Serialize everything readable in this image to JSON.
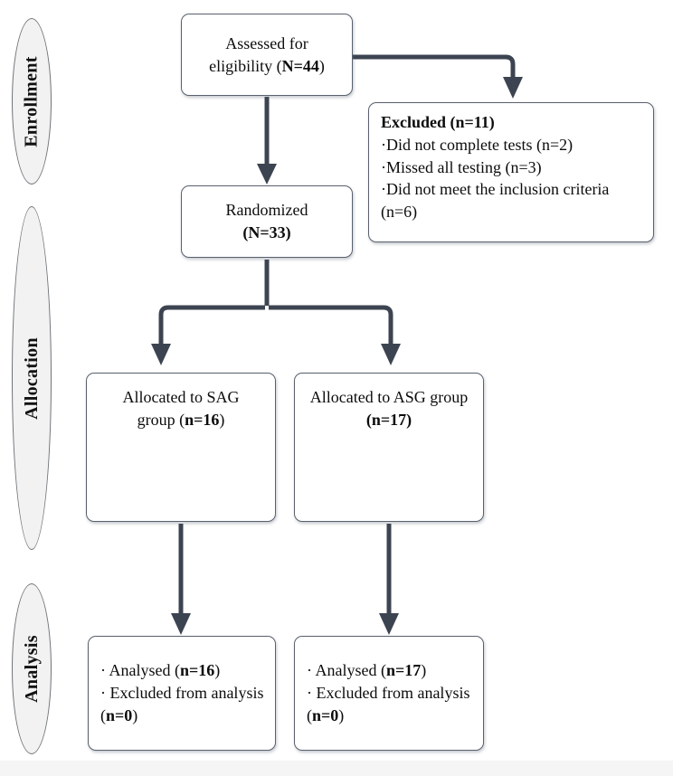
{
  "stage_labels": {
    "enrollment": "Enrollment",
    "allocation": "Allocation",
    "analysis": "Analysis"
  },
  "nodes": {
    "assessed": {
      "line1": "Assessed for",
      "line2_pre": "eligibility (",
      "line2_bold": "N=44",
      "line2_post": ")"
    },
    "excluded": {
      "title": "Excluded (n=11)",
      "items": [
        "·Did not complete tests (n=2)",
        "·Missed all testing (n=3)",
        "·Did not meet the inclusion criteria (n=6)"
      ]
    },
    "randomized": {
      "line1": "Randomized",
      "line2_bold": "(N=33)"
    },
    "alloc_sag": {
      "line1": "Allocated to SAG",
      "line2_pre": "group (",
      "line2_bold": "n=16",
      "line2_post": ")"
    },
    "alloc_asg": {
      "line1": "Allocated to ASG group",
      "line2_bold": "(n=17)"
    },
    "analysis_sag": {
      "item1_pre": "· Analysed (",
      "item1_bold": "n=16",
      "item1_post": ")",
      "item2_pre": "· Excluded from analysis (",
      "item2_bold": "n=0",
      "item2_post": ")"
    },
    "analysis_asg": {
      "item1_pre": "· Analysed (",
      "item1_bold": "n=17",
      "item1_post": ")",
      "item2_pre": "· Excluded from analysis (",
      "item2_bold": "n=0",
      "item2_post": ")"
    }
  },
  "colors": {
    "arrow": "#3d4451",
    "box_border": "#59616e",
    "stage_fill": "#f2f2f3",
    "stage_border": "#6f7377"
  }
}
